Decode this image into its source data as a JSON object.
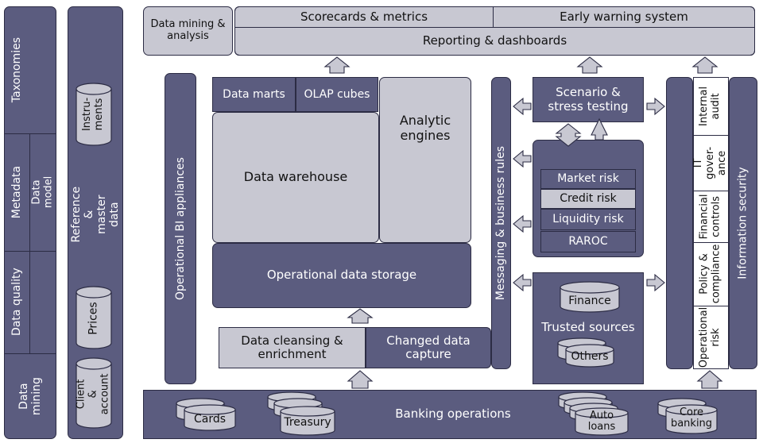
{
  "left_panel": {
    "taxonomies": "Taxonomies",
    "metadata": "Metadata",
    "data_model": "Data\nmodel",
    "data_quality": "Data quality",
    "data_mining": "Data\nmining"
  },
  "reference_panel": {
    "title": "Reference &\nmaster data",
    "instruments": "Instru-\nments",
    "prices": "Prices",
    "client_account": "Client &\naccount"
  },
  "top": {
    "data_mining_analysis": "Data mining &\nanalysis",
    "scorecards": "Scorecards & metrics",
    "early_warning": "Early warning system",
    "reporting": "Reporting & dashboards"
  },
  "center": {
    "operational_bi": "Operational BI appliances",
    "data_marts": "Data marts",
    "olap_cubes": "OLAP cubes",
    "data_warehouse": "Data warehouse",
    "analytic_engines": "Analytic\nengines",
    "operational_data_storage": "Operational data storage",
    "data_cleansing": "Data cleansing &\nenrichment",
    "changed_data_capture": "Changed data\ncapture",
    "messaging": "Messaging & business rules",
    "scenario": "Scenario &\nstress testing",
    "risks": [
      "Market risk",
      "Credit risk",
      "Liquidity risk",
      "RAROC"
    ],
    "trusted_sources": "Trusted sources",
    "finance": "Finance",
    "others": "Others"
  },
  "right": {
    "controls": [
      "Internal\naudit",
      "IT gover-\nance",
      "Financial\ncontrols",
      "Policy &\ncompliance",
      "Operational\nrisk"
    ],
    "information_security": "Information security"
  },
  "bottom": {
    "banking_operations": "Banking operations",
    "cards": "Cards",
    "treasury": "Treasury",
    "auto_loans": "Auto\nloans",
    "core_banking": "Core\nbanking"
  },
  "colors": {
    "dark": "#5b5c7f",
    "light": "#c8c8d2",
    "border": "#2c2c44"
  }
}
